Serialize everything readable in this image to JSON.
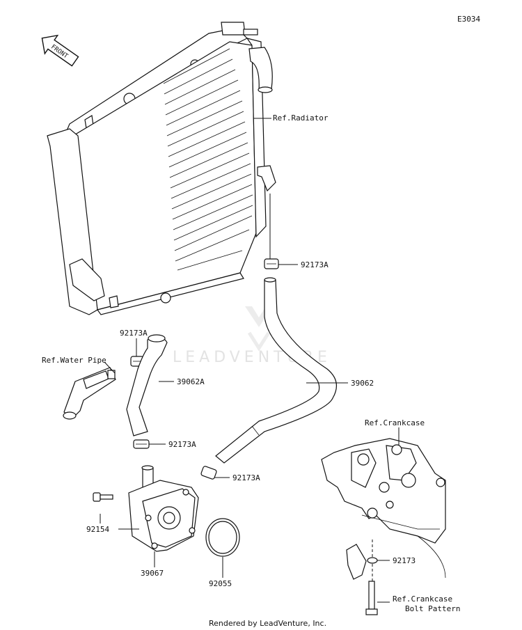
{
  "diagram_code": "E3034",
  "front_arrow_label": "FRONT",
  "watermark": "LEADVENTURE",
  "footer": "Rendered by LeadVenture, Inc.",
  "labels": {
    "ref_radiator": "Ref.Radiator",
    "clamp_top_right": "92173A",
    "clamp_top_left": "92173A",
    "ref_water_pipe": "Ref.Water Pipe",
    "hose_short": "39062A",
    "hose_long": "39062",
    "clamp_mid_left": "92173A",
    "clamp_mid_right": "92173A",
    "ref_crankcase": "Ref.Crankcase",
    "bolt": "92154",
    "oil_cooler": "39067",
    "o_ring": "92055",
    "clamp_crankcase": "92173",
    "ref_crankcase_bolt_1": "Ref.Crankcase",
    "ref_crankcase_bolt_2": "Bolt Pattern"
  }
}
